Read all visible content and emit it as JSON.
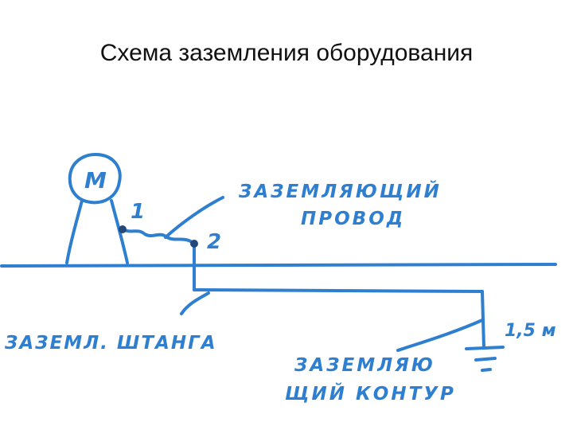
{
  "title": "Схема заземления оборудования",
  "diagram": {
    "motor_label": "М",
    "point_1_label": "1",
    "point_2_label": "2",
    "wire_label_line1": "ЗАЗЕМЛЯЮЩИЙ",
    "wire_label_line2": "ПРОВОД",
    "rod_label": "ЗАЗЕМЛ. ШТАНГА",
    "depth_label": "1,5 м",
    "loop_label_line1": "ЗАЗЕМЛЯЮ",
    "loop_label_line2": "ЩИЙ КОНТУР",
    "ink_color": "#2f7fd0",
    "paper_color": "#ffffff"
  }
}
